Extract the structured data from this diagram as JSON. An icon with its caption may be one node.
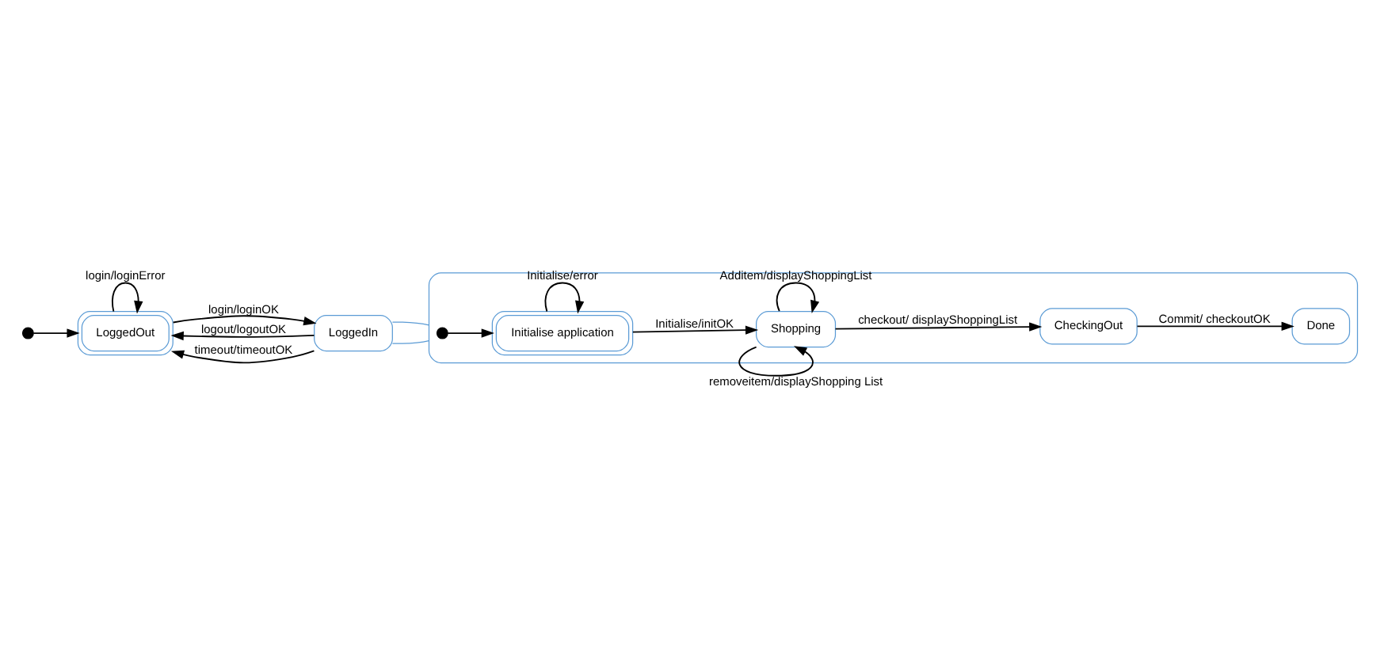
{
  "diagram": {
    "nodes": [
      {
        "text": [],
        "shape": "circle"
      },
      {
        "text": [
          "LoggedOut"
        ]
      },
      {
        "text": [
          "LoggedIn"
        ]
      },
      {
        "text": [],
        "shape": "box"
      },
      {
        "text": [],
        "shape": "circle",
        "in": 3
      },
      {
        "text": [
          "Initialise application"
        ],
        "in": 3
      },
      {
        "text": [
          "Shopping"
        ],
        "in": 3
      },
      {
        "text": [
          "CheckingOut"
        ],
        "in": 3
      },
      {
        "text": [
          "Done"
        ],
        "in": 3
      }
    ],
    "edges": [
      {
        "from": 0,
        "to": 1,
        "arrow": "to"
      },
      {
        "from": 1,
        "to": 1,
        "arrow": "to",
        "label": "login/loginError"
      },
      {
        "from": 1,
        "to": 2,
        "arrow": "to",
        "label": "login/loginOK"
      },
      {
        "from": 2,
        "to": 1,
        "arrow": "to",
        "label": "logout/logoutOK"
      },
      {
        "from": 2,
        "to": 1,
        "arrow": "to",
        "label": "timeout/timeoutOK"
      },
      {
        "from": 2,
        "to": 3,
        "arrow": "none",
        "color": "#5b9bd5"
      },
      {
        "from": 2,
        "to": 3,
        "arrow": "none",
        "color": "#5b9bd5"
      },
      {
        "from": 4,
        "to": 5,
        "arrow": "to"
      },
      {
        "from": 5,
        "to": 5,
        "arrow": "to",
        "label": "Initialise/error"
      },
      {
        "from": 5,
        "to": 6,
        "arrow": "to",
        "label": "Initialise/initOK"
      },
      {
        "from": 6,
        "to": 6,
        "arrow": "to",
        "label": "Additem/displayShoppingList"
      },
      {
        "from": 6,
        "to": 6,
        "arrow": "to",
        "label": "removeitem/displayShopping List"
      },
      {
        "from": 6,
        "to": 7,
        "arrow": "to",
        "label": "checkout/ displayShoppingList"
      },
      {
        "from": 7,
        "to": 8,
        "arrow": "to",
        "label": "Commit/ checkoutOK"
      }
    ]
  }
}
